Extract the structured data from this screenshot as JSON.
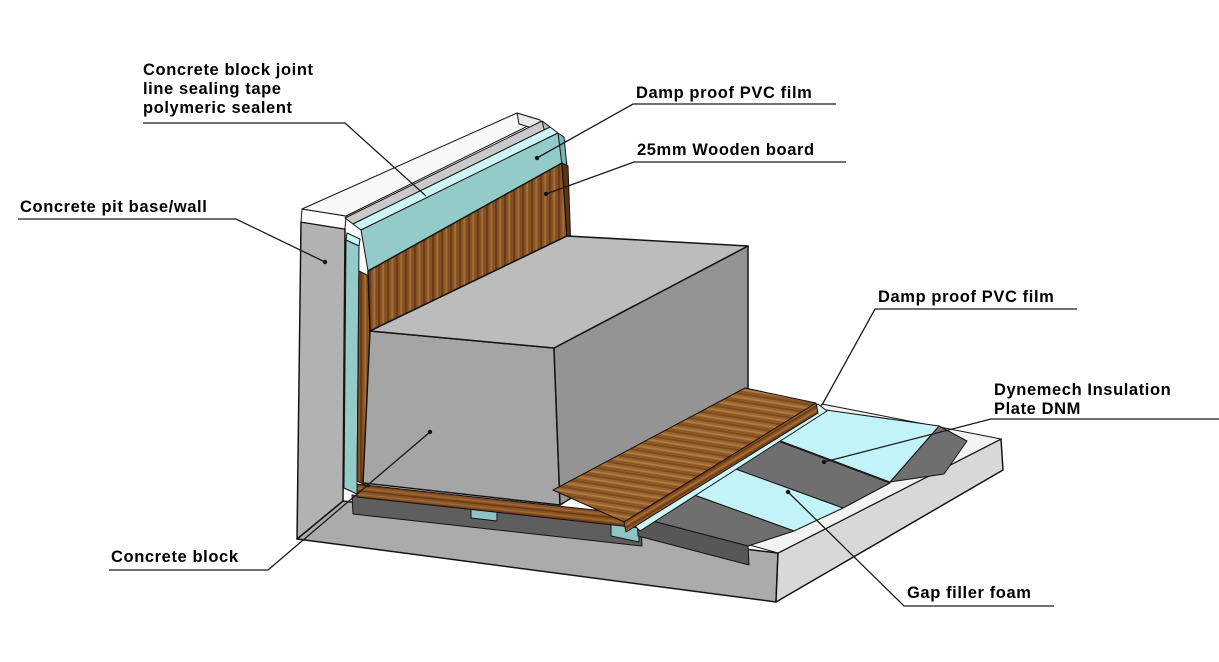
{
  "diagram": {
    "type": "isometric-construction-detail",
    "subject": "Vibration isolation pit detail with Dynemech insulation plates",
    "callouts": [
      {
        "id": "sealing-tape",
        "lines": [
          "Concrete block joint",
          "line sealing tape",
          "polymeric sealent"
        ]
      },
      {
        "id": "damp-top",
        "lines": [
          "Damp proof PVC film"
        ]
      },
      {
        "id": "wooden-board",
        "lines": [
          "25mm Wooden board"
        ]
      },
      {
        "id": "pit-wall",
        "lines": [
          "Concrete pit base/wall"
        ]
      },
      {
        "id": "damp-right",
        "lines": [
          "Damp proof PVC film"
        ]
      },
      {
        "id": "dnm",
        "lines": [
          "Dynemech Insulation",
          "Plate DNM"
        ]
      },
      {
        "id": "block",
        "lines": [
          "Concrete block"
        ]
      },
      {
        "id": "foam",
        "lines": [
          "Gap filler foam"
        ]
      }
    ],
    "materials": {
      "wall_face": "#b2b2b2",
      "cap_white": "#f8f8f8",
      "cap_front": "#fdfdfd",
      "cap_end": "#e9e9e9",
      "gray_strip": "#c9c9c9",
      "gray_strip_end": "#bdbdbd",
      "pvc_bright": "#cdf6f8",
      "pvc_teal": "#93cbc9",
      "pvc_teal_dark": "#7ab6b4",
      "block_top": "#bcbcbc",
      "block_front": "#a5a5a5",
      "block_right": "#949494",
      "base_front_left": "#ababab",
      "base_front_right": "#d8d8d8",
      "base_top_strip": "#f3f3f3",
      "plate_top": "#6f6f6f",
      "plate_front": "#575757",
      "under_band": "#5e5e5e",
      "foam_cyan": "#c2f3f9",
      "foam_teal": "#8fc4c6",
      "wood_dark_end": "#5f3415",
      "outline": "#141414",
      "label_text": "#000000",
      "background": "#ffffff"
    }
  }
}
